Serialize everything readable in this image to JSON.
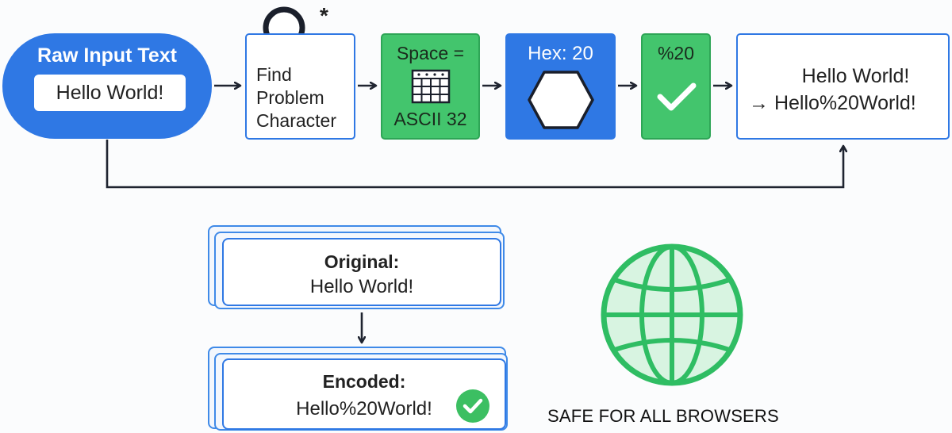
{
  "flow": {
    "raw_title": "Raw Input Text",
    "raw_value": "Hello World!",
    "find_line1": "Find",
    "find_line2": "Problem",
    "find_line3": "Character",
    "find_mark": "*",
    "space_top": "Space =",
    "space_bottom": "ASCII 32",
    "hex_label": "Hex: 20",
    "percent_label": "%20",
    "result_line1": "Hello World!",
    "result_line2": "→ Hello%20World!"
  },
  "comparison": {
    "original_title": "Original:",
    "original_value": "Hello World!",
    "encoded_title": "Encoded:",
    "encoded_value": "Hello%20World!"
  },
  "footer": {
    "safe_label": "SAFE FOR ALL BROWSERS"
  },
  "colors": {
    "blue": "#2f78e4",
    "green": "#43c56d",
    "dark": "#1f2430"
  }
}
